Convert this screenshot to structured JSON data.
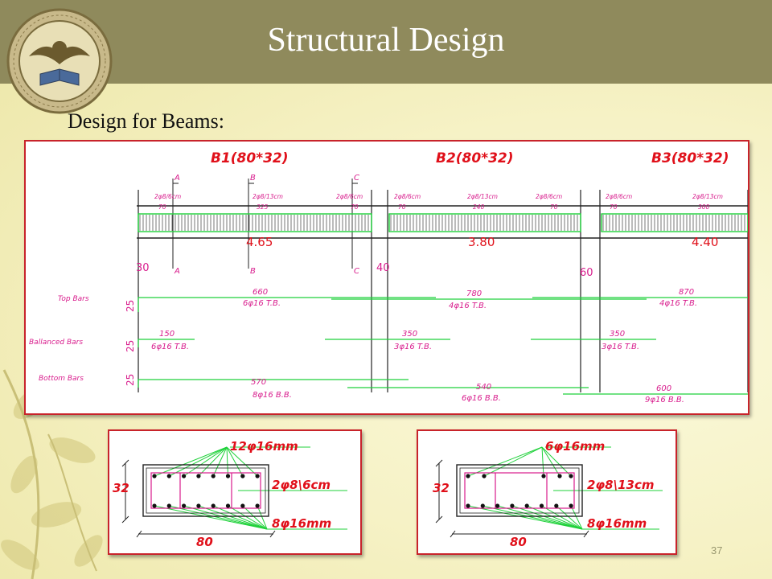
{
  "slide": {
    "title": "Structural Design",
    "subtitle": "Design for Beams:",
    "page_number": "37"
  },
  "logo": {
    "icon": "university-seal-icon"
  },
  "beam_drawing": {
    "beams": [
      {
        "label": "B1(80*32)",
        "span": "4.65"
      },
      {
        "label": "B2(80*32)",
        "span": "3.80"
      },
      {
        "label": "B3(80*32)",
        "span": "4.40"
      }
    ],
    "section_marks": [
      "A",
      "B",
      "C"
    ],
    "stirrup_notes": [
      {
        "text": "2φ8/6cm",
        "len": "70"
      },
      {
        "text": "2φ8/13cm",
        "len": "325"
      },
      {
        "text": "2φ8/6cm",
        "len": "70"
      },
      {
        "text": "2φ8/6cm",
        "len": "70"
      },
      {
        "text": "2φ8/13cm",
        "len": "240"
      },
      {
        "text": "2φ8/6cm",
        "len": "70"
      },
      {
        "text": "2φ8/6cm",
        "len": "70"
      },
      {
        "text": "2φ8/13cm",
        "len": "300"
      }
    ],
    "support_widths": [
      "30",
      "40",
      "60"
    ],
    "row_labels": [
      "Top Bars",
      "Ballanced Bars",
      "Bottom Bars"
    ],
    "row_offsets": [
      "25",
      "25",
      "25"
    ],
    "top_bars": [
      {
        "length": "660",
        "spec": "6φ16  T.B."
      },
      {
        "length": "780",
        "spec": "4φ16  T.B."
      },
      {
        "length": "870",
        "spec": "4φ16  T.B."
      }
    ],
    "balanced_bars": [
      {
        "length": "150",
        "spec": "6φ16  T.B."
      },
      {
        "length": "350",
        "spec": "3φ16  T.B."
      },
      {
        "length": "350",
        "spec": "3φ16  T.B."
      }
    ],
    "bottom_bars": [
      {
        "length": "570",
        "spec": "8φ16  B.B."
      },
      {
        "length": "540",
        "spec": "6φ16  B.B."
      },
      {
        "length": "600",
        "spec": "9φ16  B.B."
      }
    ]
  },
  "section_left": {
    "top_steel": "12φ16mm",
    "stirrups": "2φ8\\6cm",
    "bottom_steel": "8φ16mm",
    "height": "32",
    "width": "80"
  },
  "section_right": {
    "top_steel": "6φ16mm",
    "stirrups": "2φ8\\13cm",
    "bottom_steel": "8φ16mm",
    "height": "32",
    "width": "80"
  },
  "colors": {
    "title_bar": "#8f8a5c",
    "frame_red": "#c8232a",
    "cad_magenta": "#d81b8c",
    "cad_green": "#1fd13a",
    "cad_red": "#e0101a"
  }
}
